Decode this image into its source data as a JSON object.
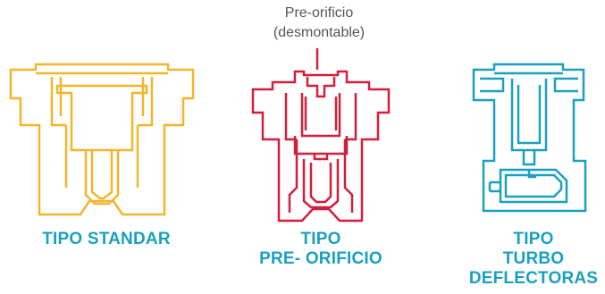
{
  "annotation": {
    "line1": "Pre-orificio",
    "line2": "(desmontable)"
  },
  "nozzles": [
    {
      "id": "standard",
      "color": "#f2b52b",
      "label_lines": [
        "TIPO STANDAR"
      ]
    },
    {
      "id": "pre-orifice",
      "color": "#d11f3c",
      "label_lines": [
        "TIPO",
        "PRE- ORIFICIO"
      ]
    },
    {
      "id": "turbo",
      "color": "#1aa0bf",
      "label_lines": [
        "TIPO",
        "TURBO",
        "DEFLECTORAS"
      ]
    }
  ],
  "label_color": "#1aa0bf",
  "annotation_color": "#555555"
}
